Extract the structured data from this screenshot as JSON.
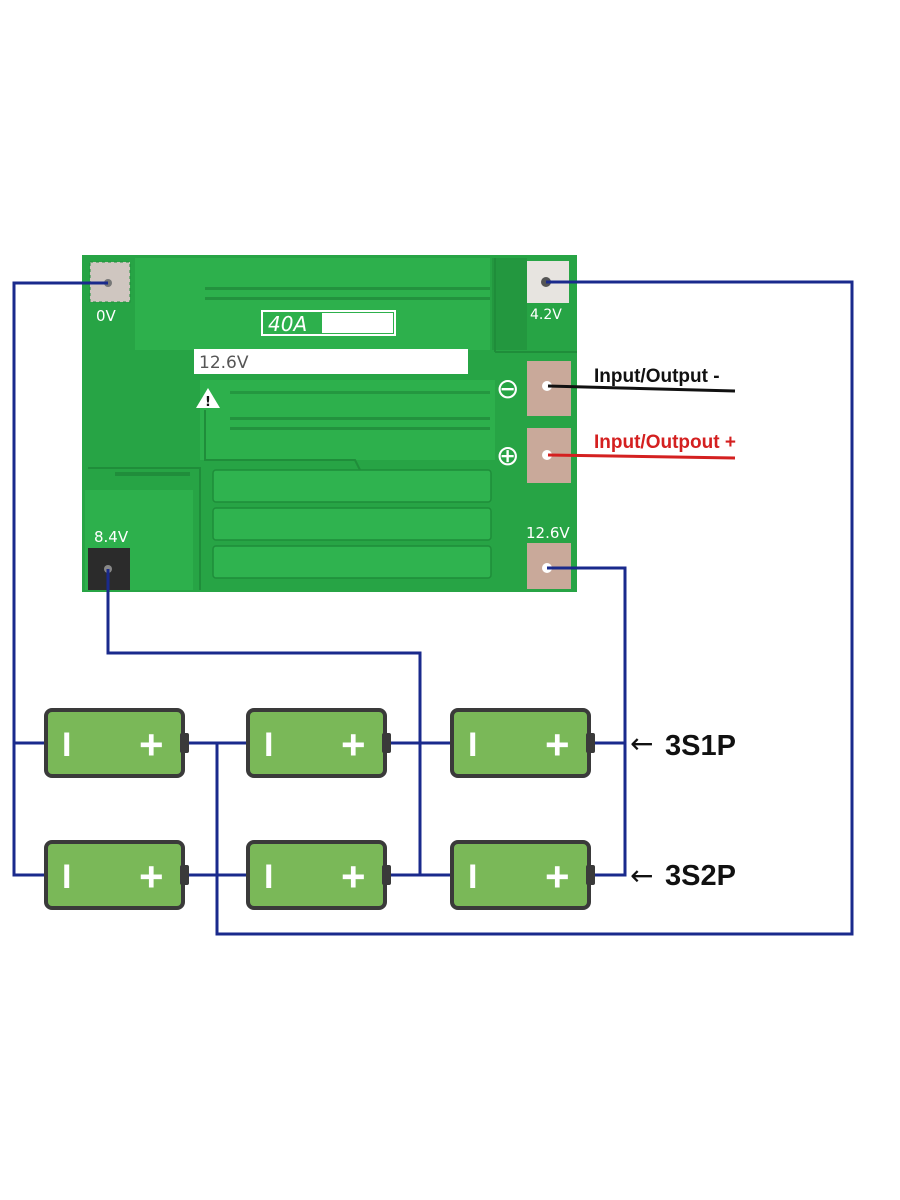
{
  "colors": {
    "pcb": "#27a445",
    "pcb_dark": "#1f8d3a",
    "wire": "#1a2a8c",
    "battery_fill": "#7ab858",
    "battery_border": "#3a3a3a",
    "pad": "#c9a99a",
    "label_red": "#d42020"
  },
  "board": {
    "rating": "40A",
    "charge_voltage": "12.6V",
    "warning_symbol": "!",
    "terminals": {
      "t0": "0V",
      "t1": "4.2V",
      "t2": "8.4V",
      "t3": "12.6V"
    },
    "minus_symbol": "⊖",
    "plus_symbol": "⊕"
  },
  "labels": {
    "io_minus": "Input/Output -",
    "io_plus": "Input/Outpout +"
  },
  "batteries": {
    "minus_sign": "I",
    "plus_sign": "+"
  },
  "configs": {
    "row1": "3S1P",
    "row2": "3S2P",
    "arrow": "←"
  }
}
